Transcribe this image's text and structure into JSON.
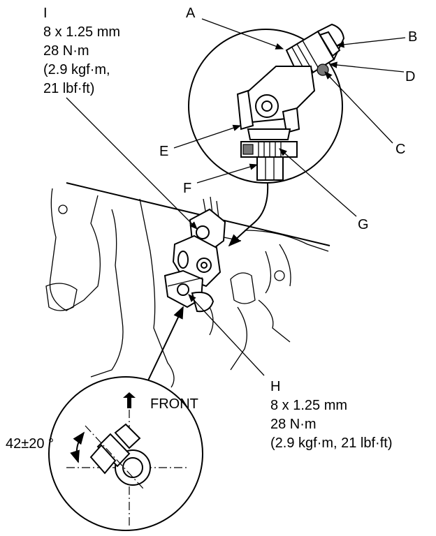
{
  "callouts": {
    "A": "A",
    "B": "B",
    "C": "C",
    "D": "D",
    "E": "E",
    "F": "F",
    "G": "G",
    "H": "H",
    "I": "I"
  },
  "bolt_i": {
    "size": "8 x 1.25 mm",
    "torque_nm": "28 N·m",
    "torque_kgf_line1": "(2.9 kgf·m,",
    "torque_lbf_line2": "21 lbf·ft)"
  },
  "bolt_h": {
    "size": "8 x 1.25 mm",
    "torque_nm": "28 N·m",
    "torque_imperial": "(2.9 kgf·m, 21 lbf·ft)"
  },
  "front_label": "FRONT",
  "angle_label": "42±20 °"
}
